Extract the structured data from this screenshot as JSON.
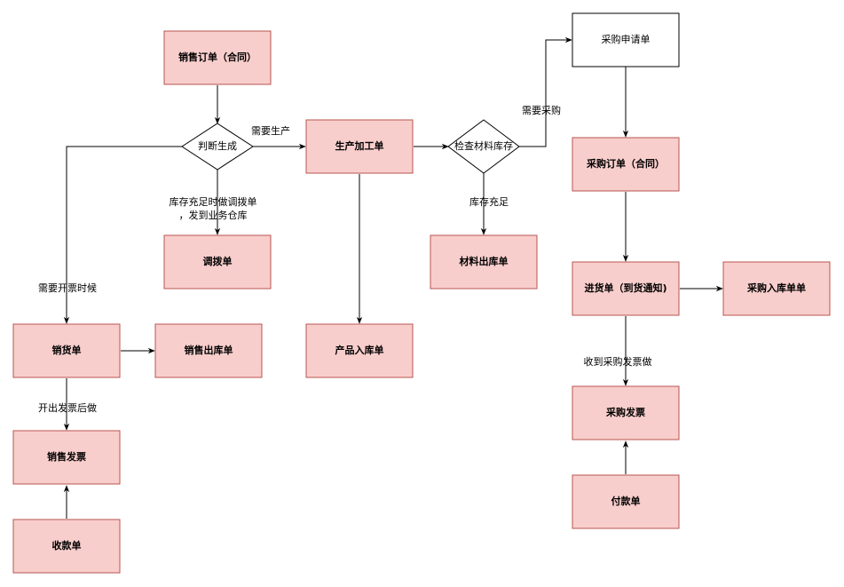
{
  "colors": {
    "box_fill": "#f8cecc",
    "box_stroke": "#b85450",
    "plain_fill": "#ffffff",
    "plain_stroke": "#000000",
    "edge": "#000000"
  },
  "nodes": {
    "sales_order": "销售订单（合同）",
    "judge": "判断生成",
    "allocation": "调拨单",
    "production": "生产加工单",
    "check_stock": "检查材料库存",
    "material_out": "材料出库单",
    "product_in": "产品入库单",
    "purchase_request": "采购申请单",
    "purchase_order": "采购订单（合同）",
    "receipt_notice": "进货单（到货通知)",
    "purchase_in": "采购入库单单",
    "purchase_invoice": "采购发票",
    "payment": "付款单",
    "sales_delivery": "销货单",
    "sales_out": "销售出库单",
    "sales_invoice": "销售发票",
    "collection": "收款单"
  },
  "edge_labels": {
    "need_production": "需要生产",
    "stock_sufficient_allocation_1": "库存充足时做调拨单",
    "stock_sufficient_allocation_2": "，发到业务仓库",
    "need_invoice": "需要开票时候",
    "need_purchase": "需要采购",
    "stock_sufficient": "库存充足",
    "after_invoice": "开出发票后做",
    "receive_invoice": "收到采购发票做"
  }
}
